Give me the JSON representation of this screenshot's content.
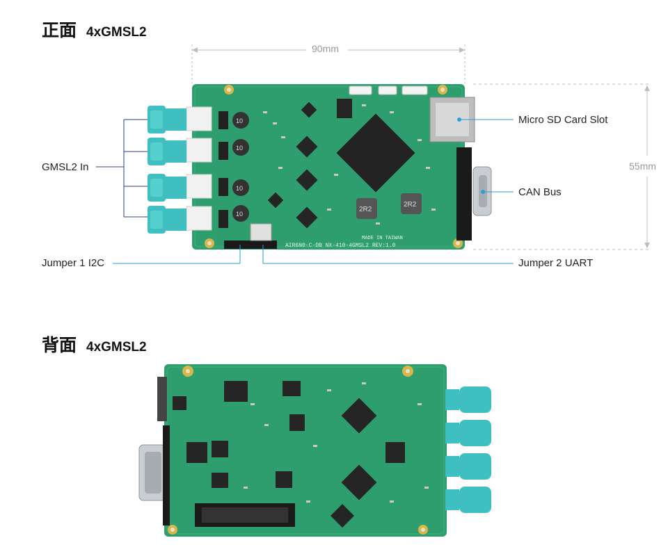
{
  "front": {
    "heading": "正面",
    "model": "4xGMSL2",
    "width_dim": "90mm",
    "height_dim": "55mm",
    "callouts": {
      "gmsl2_in": "GMSL2 In",
      "micro_sd": "Micro SD Card Slot",
      "can_bus": "CAN Bus",
      "jumper1": "Jumper 1 I2C",
      "jumper2": "Jumper 2 UART"
    },
    "board_text": {
      "silkscreen": "AIR6N0-C-DB NX-410-4GMSL2 REV:1.0",
      "made_in": "MADE IN TAIWAN",
      "inductor_a": "10",
      "inductor_b": "2R2"
    }
  },
  "back": {
    "heading": "背面",
    "model": "4xGMSL2"
  },
  "colors": {
    "pcb": "#2f9e6e",
    "pcb_dark": "#1f7a52",
    "connector": "#3fbfc0",
    "gold": "#d9b64a",
    "leader_line": "#2a9fd6",
    "bracket": "#2c3e8f",
    "dimension": "#bdbdbd"
  }
}
